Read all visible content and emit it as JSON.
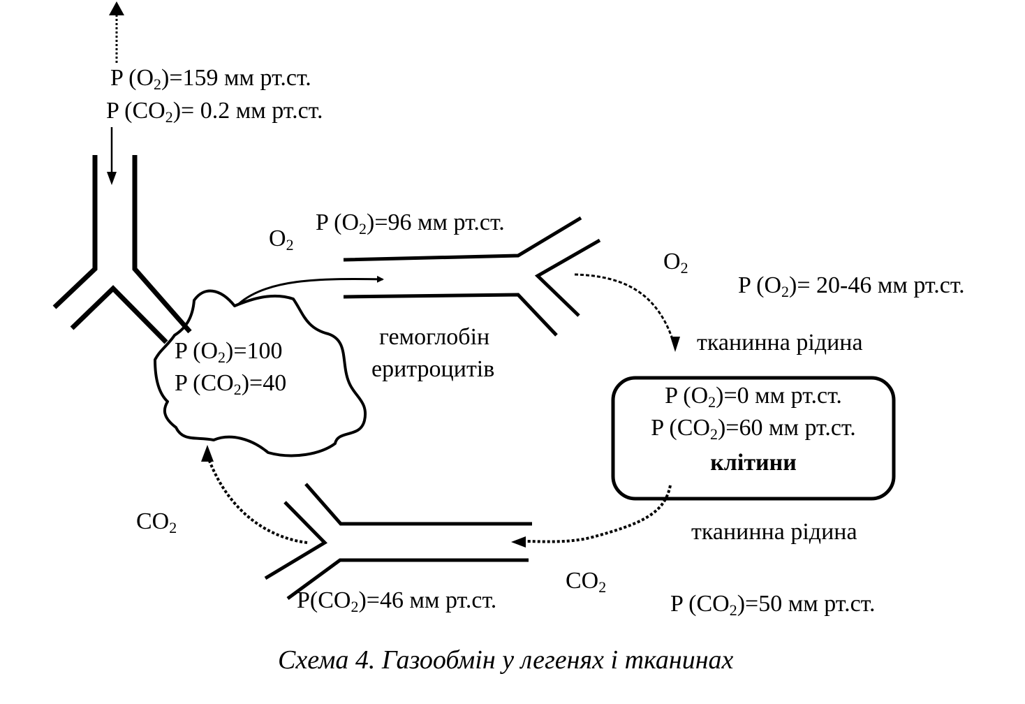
{
  "atmosphere": {
    "o2": {
      "prefix": "P (O",
      "sub": "2",
      "suffix": ")=159 мм рт.ст."
    },
    "co2": {
      "prefix": "P (CO",
      "sub": "2",
      "suffix": ")= 0.2 мм рт.ст."
    }
  },
  "alveolus": {
    "o2": {
      "prefix": "P (O",
      "sub": "2",
      "suffix": ")=100"
    },
    "co2": {
      "prefix": "P (CO",
      "sub": "2",
      "suffix": ")=40"
    }
  },
  "arterial": {
    "gas": {
      "prefix": "O",
      "sub": "2"
    },
    "pressure": {
      "prefix": "P (O",
      "sub": "2",
      "suffix": ")=96 мм рт.ст."
    },
    "carrier_line1": "гемоглобін",
    "carrier_line2": "еритроцитів"
  },
  "tissue_o2": {
    "gas": {
      "prefix": "O",
      "sub": "2"
    },
    "pressure": {
      "prefix": "P (O",
      "sub": "2",
      "suffix": ")= 20-46 мм рт.ст."
    },
    "fluid_label": "тканинна рідина"
  },
  "cells": {
    "o2": {
      "prefix": "P (O",
      "sub": "2",
      "suffix": ")=0 мм рт.ст."
    },
    "co2": {
      "prefix": "P (CO",
      "sub": "2",
      "suffix": ")=60 мм рт.ст."
    },
    "label": "клітини"
  },
  "tissue_co2": {
    "fluid_label": "тканинна рідина",
    "gas": {
      "prefix": "CO",
      "sub": "2"
    },
    "pressure": {
      "prefix": "P (CO",
      "sub": "2",
      "suffix": ")=50 мм рт.ст."
    }
  },
  "venous": {
    "gas": {
      "prefix": "CO",
      "sub": "2"
    },
    "pressure": {
      "prefix": "P(CO",
      "sub": "2",
      "suffix": ")=46 мм рт.ст."
    }
  },
  "caption": "Схема 4. Газообмін у легенях і тканинах"
}
